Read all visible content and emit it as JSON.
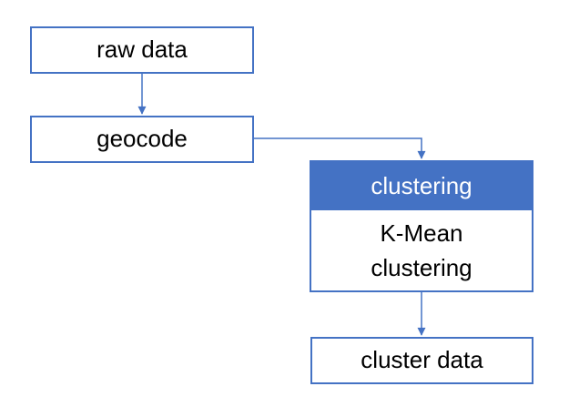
{
  "colors": {
    "accent_blue": "#4472C4",
    "node_border": "#4472C4",
    "header_fill": "#4472C4",
    "header_text_color": "#FFFFFF",
    "body_text_color": "#000000",
    "canvas_background": "#FFFFFF"
  },
  "nodes": {
    "raw_data": {
      "label": "raw data"
    },
    "geocode": {
      "label": "geocode"
    },
    "clustering": {
      "header": "clustering",
      "body_lines": [
        "K-Mean",
        "clustering"
      ]
    },
    "cluster_data": {
      "label": "cluster data"
    }
  },
  "connectors": [
    {
      "name": "raw-data-to-geocode",
      "from": "raw data",
      "to": "geocode"
    },
    {
      "name": "geocode-to-clustering",
      "from": "geocode",
      "to": "clustering"
    },
    {
      "name": "clustering-to-cluster-data",
      "from": "clustering",
      "to": "cluster data"
    }
  ]
}
